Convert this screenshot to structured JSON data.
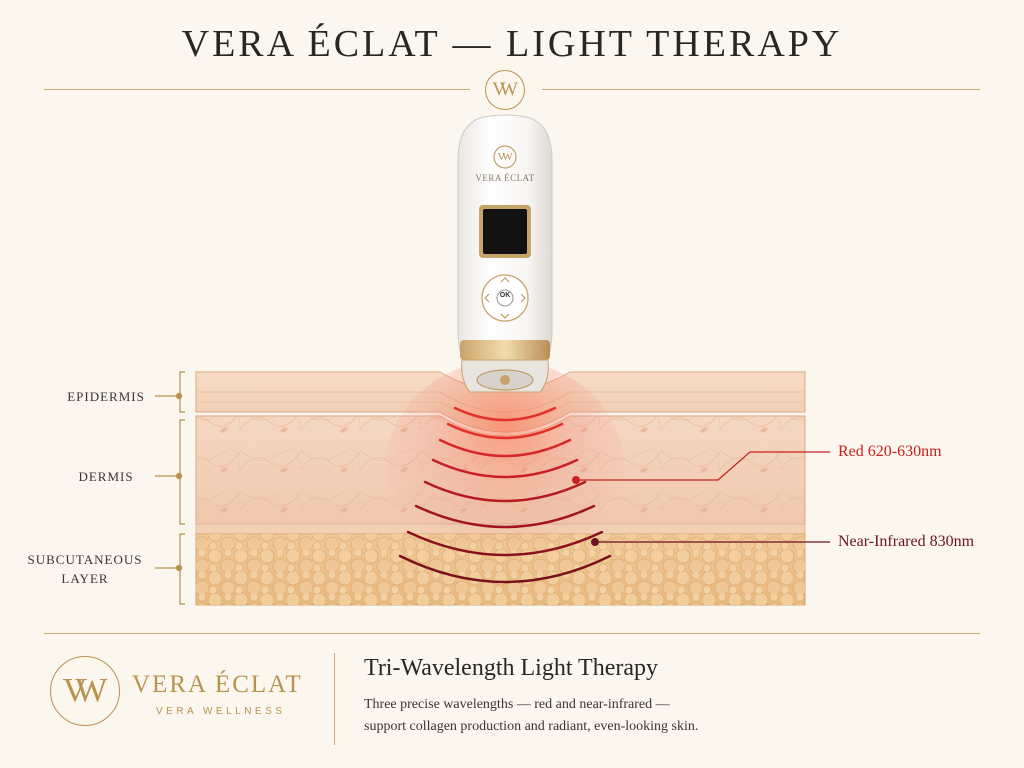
{
  "header": {
    "title": "VERA ÉCLAT — LIGHT THERAPY",
    "emblem": "VW"
  },
  "device": {
    "brand": "VERA ÉCLAT",
    "emblem": "VW",
    "ok_label": "OK"
  },
  "layers": [
    {
      "label": "EPIDERMIS"
    },
    {
      "label": "DERMIS"
    },
    {
      "label": "SUBCUTANEOUS",
      "label2": "LAYER"
    }
  ],
  "callouts": {
    "red": {
      "label": "Red 620-630nm",
      "color": "#c8201e"
    },
    "nir": {
      "label": "Near-Infrared 830nm",
      "color": "#6e1220"
    }
  },
  "footer": {
    "brand": "VERA ÉCLAT",
    "brand_sub": "VERA WELLNESS",
    "emblem": "VW",
    "title": "Tri-Wavelength Light Therapy",
    "description_line1": "Three precise wavelengths — red and near-infrared —",
    "description_line2": "support collagen production and radiant, even-looking skin."
  },
  "colors": {
    "gold": "#b8924f",
    "background": "#fbf7ef",
    "skin": "#f3d4bd",
    "fat": "#efc590"
  }
}
